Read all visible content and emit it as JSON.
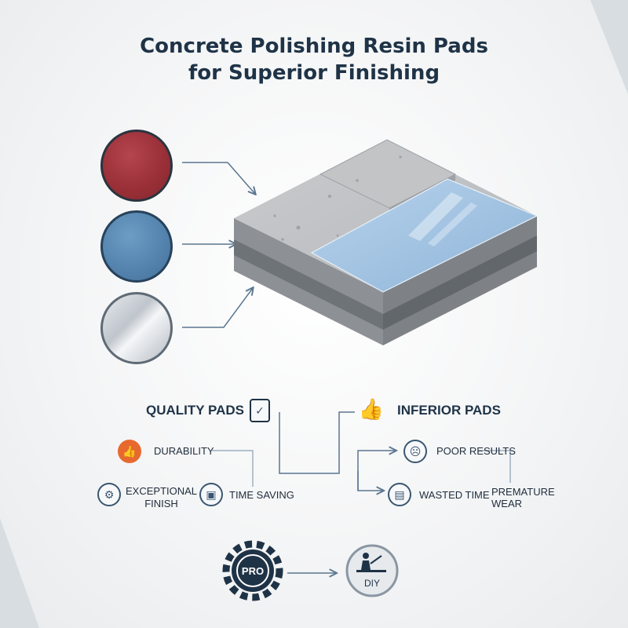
{
  "title": {
    "line1": "Concrete Polishing Resin Pads",
    "line2": "for Superior Finishing"
  },
  "pads": [
    {
      "name": "red-resin-pad",
      "color": "#9a3038"
    },
    {
      "name": "blue-resin-pad",
      "color": "#5584ae"
    },
    {
      "name": "silver-resin-pad",
      "color": "#c4cad0"
    }
  ],
  "quality": {
    "heading": "QUALITY PADS",
    "icon": "clipboard-check-icon",
    "items": [
      {
        "label": "DURABILITY",
        "icon": "thumbs-up-icon"
      },
      {
        "label_line1": "EXCEPTIONAL",
        "label_line2": "FINISH",
        "icon": "gear-badge-icon"
      },
      {
        "label": "TIME SAVING",
        "icon": "box-icon"
      }
    ]
  },
  "inferior": {
    "heading": "INFERIOR PADS",
    "icon": "thumbs-up-icon",
    "items": [
      {
        "label": "POOR RESULTS",
        "icon": "sad-face-icon"
      },
      {
        "label": "WASTED TIME",
        "icon": "document-icon"
      },
      {
        "label_line1": "PREMATURE",
        "label_line2": "WEAR"
      }
    ]
  },
  "bottom": {
    "pro_label": "PRO",
    "diy_label": "DIY"
  },
  "colors": {
    "navy": "#1f3347",
    "accent_orange": "#e8692f",
    "arrow": "#5a7690"
  }
}
